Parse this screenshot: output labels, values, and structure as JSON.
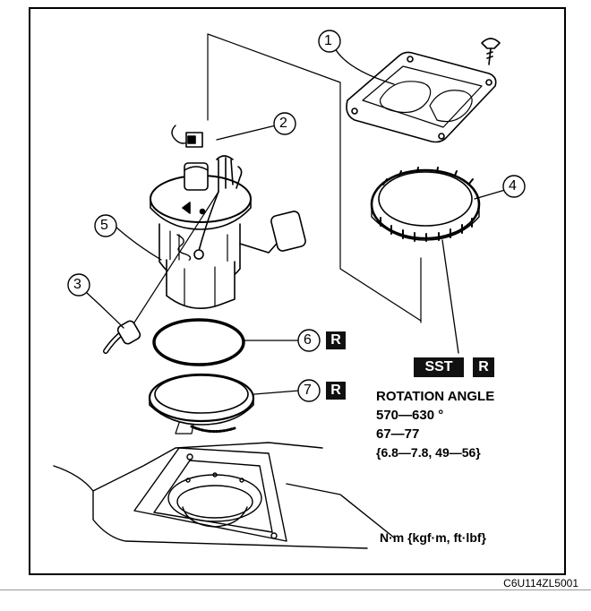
{
  "callouts": [
    "1",
    "2",
    "3",
    "4",
    "5",
    "6",
    "7"
  ],
  "replace_mark": "R",
  "sst_mark": "SST",
  "rotation": {
    "heading": "ROTATION ANGLE",
    "angle": "570—630 °",
    "torque_nm": "67—77",
    "torque_alt": "{6.8—7.8, 49—56}"
  },
  "unit_note": "N·m {kgf·m, ft·lbf}",
  "figure_code": "C6U114ZL5001",
  "colors": {
    "ink": "#000000",
    "mark_fill": "#111111",
    "paper": "#ffffff"
  }
}
